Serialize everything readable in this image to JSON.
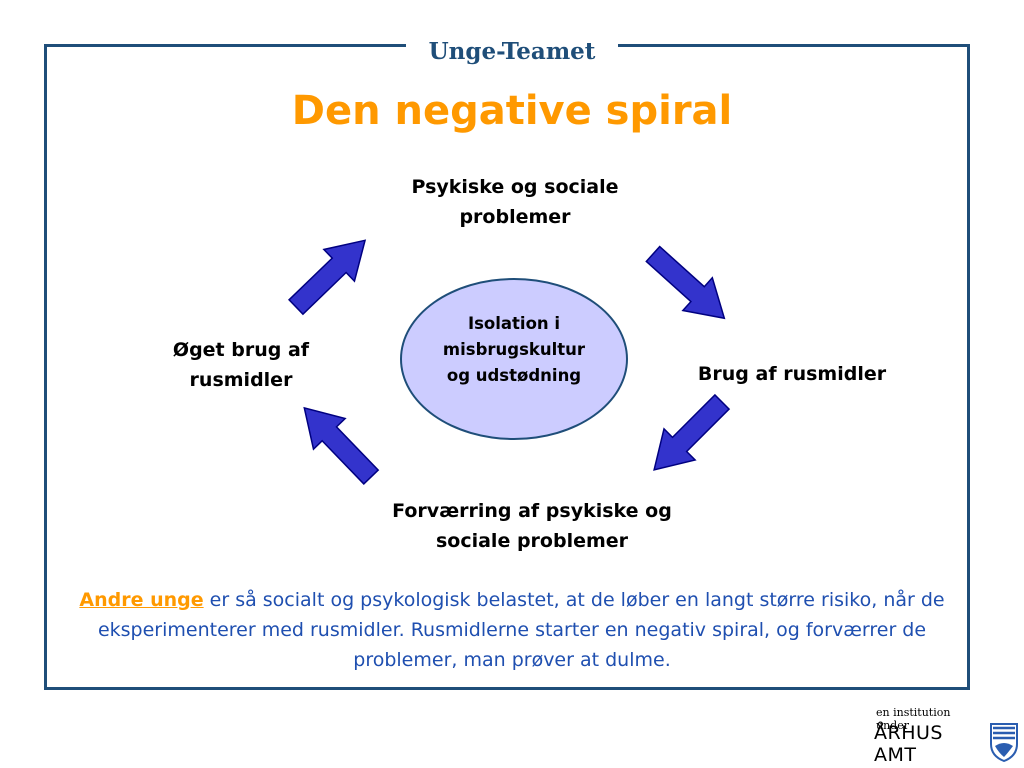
{
  "header": {
    "label": "Unge-Teamet"
  },
  "title": "Den negative spiral",
  "diagram": {
    "nodes": {
      "top": [
        "Psykiske og sociale",
        "problemer"
      ],
      "right": [
        "Brug af rusmidler"
      ],
      "bottom": [
        "Forværring af psykiske og",
        "sociale problemer"
      ],
      "left": [
        "Øget brug af",
        "rusmidler"
      ]
    },
    "center": [
      "Isolation i",
      "misbrugskultur",
      "og udstødning"
    ],
    "colors": {
      "arrow_fill": "#3333cc",
      "arrow_stroke": "#000080",
      "ellipse_fill": "#ccccff",
      "frame": "#1f4e79",
      "title": "#ff9900",
      "paragraph": "#1f4fb0"
    }
  },
  "paragraph": {
    "emphasis": "Andre unge",
    "text": " er så socialt og psykologisk belastet, at de løber en langt større risiko, når de eksperimenterer med rusmidler. Rusmidlerne starter en negativ spiral, og forværrer de problemer, man prøver at dulme."
  },
  "footer": {
    "small": "en institution under",
    "logo": "ÅRHUS AMT",
    "emblem": "shield-icon"
  }
}
